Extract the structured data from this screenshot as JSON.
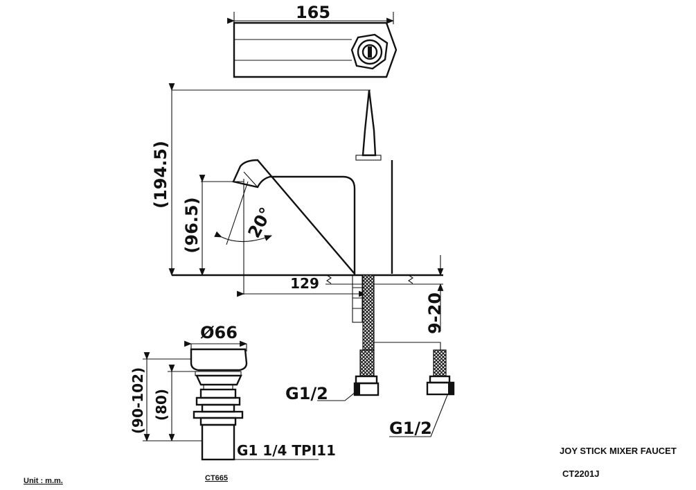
{
  "dimensions": {
    "top_width": "165",
    "total_height": "(194.5)",
    "spout_height": "(96.5)",
    "spout_angle": "20°",
    "spout_reach": "129",
    "deck_thickness": "9-20",
    "waste_diameter": "Ø66",
    "waste_height_range": "(90-102)",
    "waste_height": "(80)",
    "waste_thread": "G1 1/4 TPI11",
    "inlet_left": "G1/2",
    "inlet_right": "G1/2"
  },
  "titles": {
    "product_name": "JOY STICK MIXER FAUCET",
    "model": "CT2201J",
    "waste_model": "CT665",
    "unit": "Unit : m.m."
  }
}
